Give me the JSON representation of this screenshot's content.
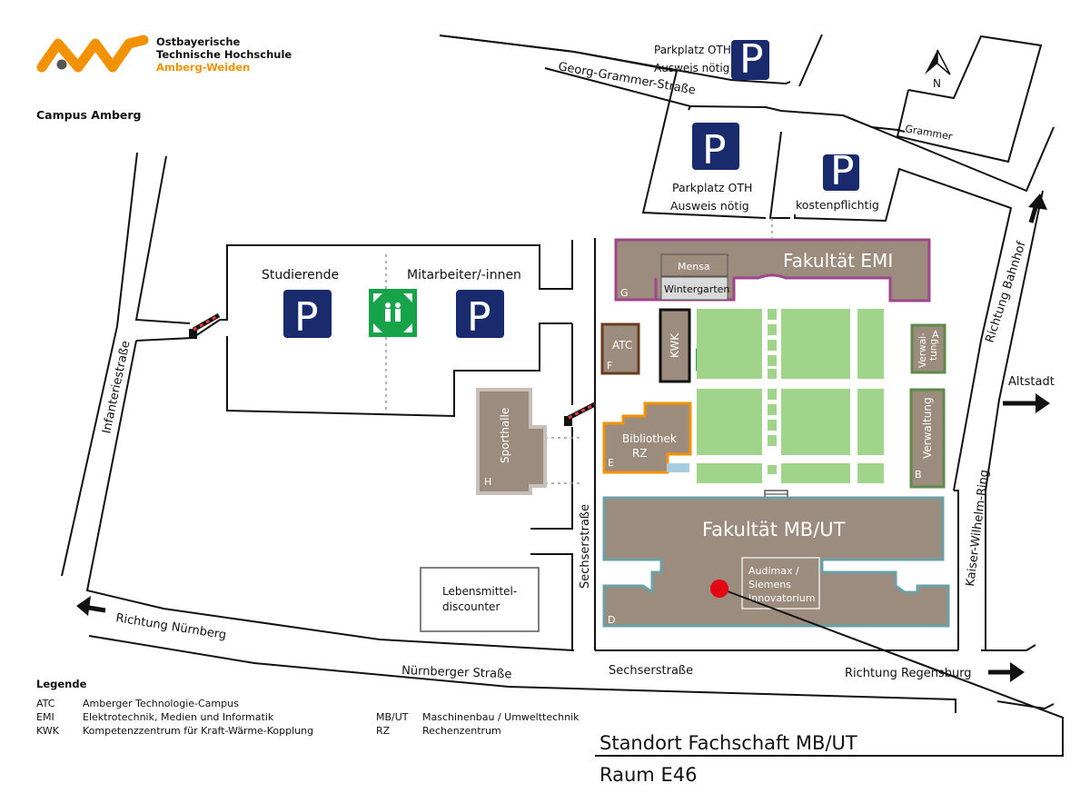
{
  "logo": {
    "line1": "Ostbayerische",
    "line2": "Technische Hochschule",
    "line3": "Amberg-Weiden",
    "color_orange": "#f39200",
    "color_gray": "#555555"
  },
  "campus_title": "Campus Amberg",
  "north_label": "N",
  "grammer_label": "Grammer",
  "parking": {
    "top_right_line1": "Parkplatz OTH",
    "top_right_line2": "Ausweis nötig",
    "middle_line1": "Parkplatz OTH",
    "middle_line2": "Ausweis nötig",
    "paid": "kostenpflichtig",
    "students": "Studierende",
    "staff": "Mitarbeiter/-innen",
    "symbol": "P",
    "color": "#1a2b6d"
  },
  "streets": {
    "georg_grammer": "Georg-Grammer-Straße",
    "infanterie": "Infanteriestraße",
    "sechser_vertical": "Sechserstraße",
    "sechser_bottom": "Sechserstraße",
    "nuernberger": "Nürnberger Straße",
    "kaiser_wilhelm": "Kaiser-Wilhelm-Ring"
  },
  "directions": {
    "nuernberg": "Richtung Nürnberg",
    "bahnhof": "Richtung Bahnhof",
    "altstadt": "Altstadt",
    "regensburg": "Richtung Regensburg"
  },
  "buildings": {
    "emi": "Fakultät EMI",
    "mensa": "Mensa",
    "wintergarten": "Wintergarten",
    "g": "G",
    "atc": "ATC",
    "f": "F",
    "kwk": "KWK",
    "verwaltung_a_line1": "Verwal-",
    "verwaltung_a_line2": "tung",
    "a": "A",
    "verwaltung_b": "Verwaltung",
    "b": "B",
    "bibliothek": "Bibliothek",
    "rz": "RZ",
    "e": "E",
    "sporthalle": "Sporthalle",
    "h": "H",
    "mbut": "Fakultät MB/UT",
    "audimax_line1": "Audimax /",
    "audimax_line2": "Siemens",
    "audimax_line3": "Innovatorium",
    "d": "D",
    "discounter_line1": "Lebensmittel-",
    "discounter_line2": "discounter"
  },
  "colors": {
    "building": "#9b8c7d",
    "emi_border": "#a0448e",
    "atc_border": "#6b3b1f",
    "bibliothek_border": "#f39200",
    "verwaltung_border": "#5e8a4a",
    "mbut_border": "#6aa0a8",
    "sport_border": "#c8c0b8",
    "green": "#9fd48a",
    "assembly_green": "#17a34a",
    "marker_red": "#e30613",
    "water_blue": "#a8cde0"
  },
  "legend": {
    "title": "Legende",
    "items_left": [
      {
        "abbr": "ATC",
        "text": "Amberger Technologie-Campus"
      },
      {
        "abbr": "EMI",
        "text": "Elektrotechnik, Medien und Informatik"
      },
      {
        "abbr": "KWK",
        "text": "Kompetenzzentrum für Kraft-Wärme-Kopplung"
      }
    ],
    "items_right": [
      {
        "abbr": "MB/UT",
        "text": "Maschinenbau / Umwelttechnik"
      },
      {
        "abbr": "RZ",
        "text": "Rechenzentrum"
      }
    ]
  },
  "location": {
    "line1": "Standort Fachschaft MB/UT",
    "line2": "Raum E46"
  },
  "icons": {
    "parking": "parking-icon",
    "assembly_point": "assembly-point-icon",
    "defibrillator": "defibrillator-icon",
    "barrier": "barrier-icon",
    "north_arrow": "north-arrow-icon",
    "direction_arrow": "arrow-icon",
    "location_marker": "location-marker-icon"
  }
}
